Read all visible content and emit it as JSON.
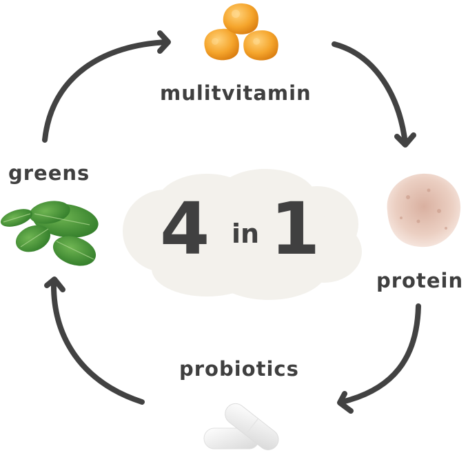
{
  "title": {
    "big_left": "4",
    "small": "in",
    "big_right": "1"
  },
  "items": [
    {
      "label": "mulitvitamin",
      "image": "orange-gummies-icon",
      "position": "top"
    },
    {
      "label": "protein",
      "image": "protein-powder-icon",
      "position": "right"
    },
    {
      "label": "probiotics",
      "image": "white-capsules-icon",
      "position": "bottom"
    },
    {
      "label": "greens",
      "image": "spinach-leaves-icon",
      "position": "left"
    }
  ],
  "arrows": [
    {
      "from": "greens",
      "to": "mulitvitamin"
    },
    {
      "from": "mulitvitamin",
      "to": "protein"
    },
    {
      "from": "protein",
      "to": "probiotics"
    },
    {
      "from": "probiotics",
      "to": "greens"
    }
  ],
  "colors": {
    "text": "#3f3f3f",
    "arrow": "#424242",
    "cloud": "#f3f1ec",
    "gummy": "#f0a030",
    "powder": "#e8c8b8",
    "leaf": "#4f9a3a",
    "capsule": "#f2f2f2"
  }
}
